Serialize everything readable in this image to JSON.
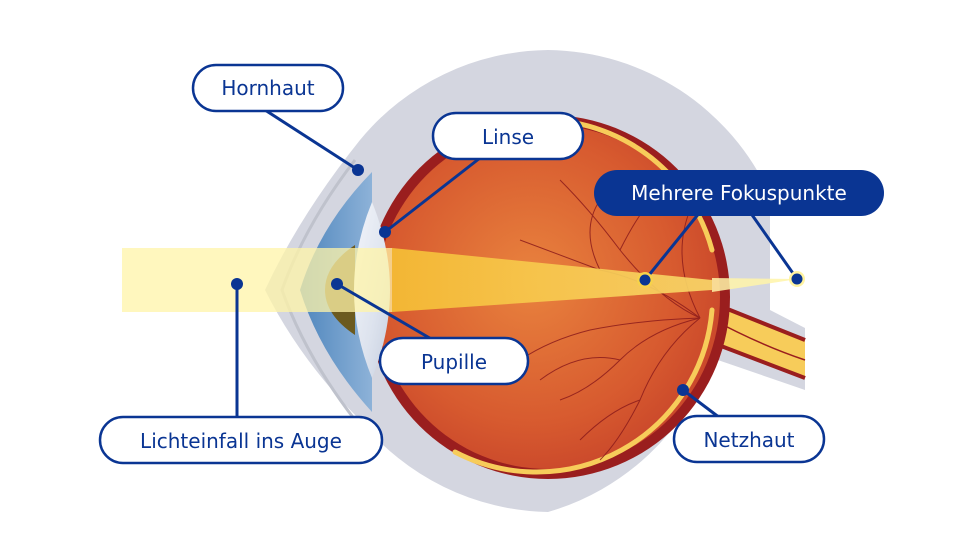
{
  "diagram": {
    "title": "Eye anatomy – multiple focal points",
    "labels": {
      "cornea": "Hornhaut",
      "lens": "Linse",
      "focal_points": "Mehrere Fokuspunkte",
      "pupil": "Pupille",
      "light_entry": "Lichteinfall ins Auge",
      "retina": "Netzhaut"
    },
    "colors": {
      "label_border": "#0a3593",
      "label_text": "#0a3593",
      "highlight_fill": "#0a3593",
      "highlight_text": "#ffffff",
      "sclera_outer": "#d4d6e0",
      "eyeball_dark": "#9a1e1e",
      "eyeball_inner": "#d4532d",
      "retina_yellow": "#f7cc5a",
      "cornea_blue": "#6c9bc9",
      "light_beam": "#fff4a8",
      "focus_beam": "#f5c63c"
    }
  }
}
